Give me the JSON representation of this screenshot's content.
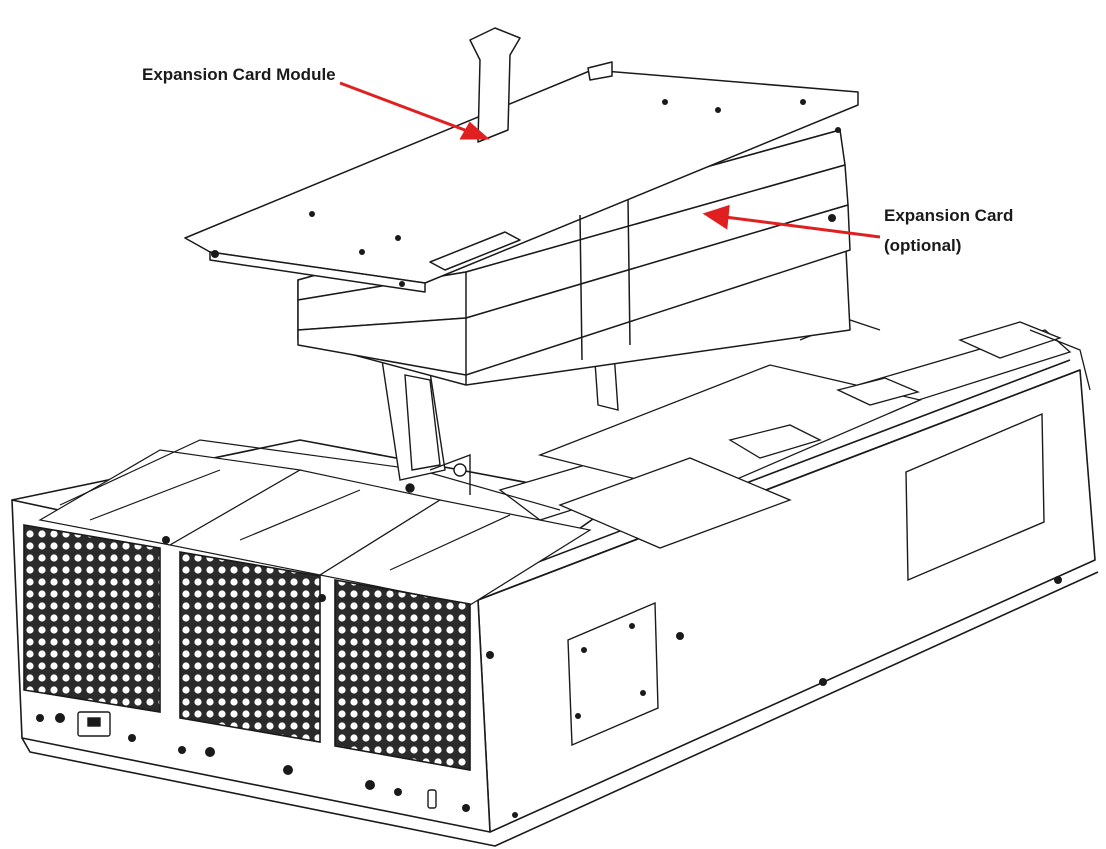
{
  "labels": {
    "expansion_card_module": "Expansion Card Module",
    "expansion_card": "Expansion Card",
    "expansion_card_optional": "(optional)"
  },
  "colors": {
    "line": "#1a1a1a",
    "arrow": "#e02020",
    "fill": "#ffffff",
    "grille": "#2b2b2b"
  },
  "parts": {
    "fan_count": 3,
    "expansion_card_slots": 3
  }
}
